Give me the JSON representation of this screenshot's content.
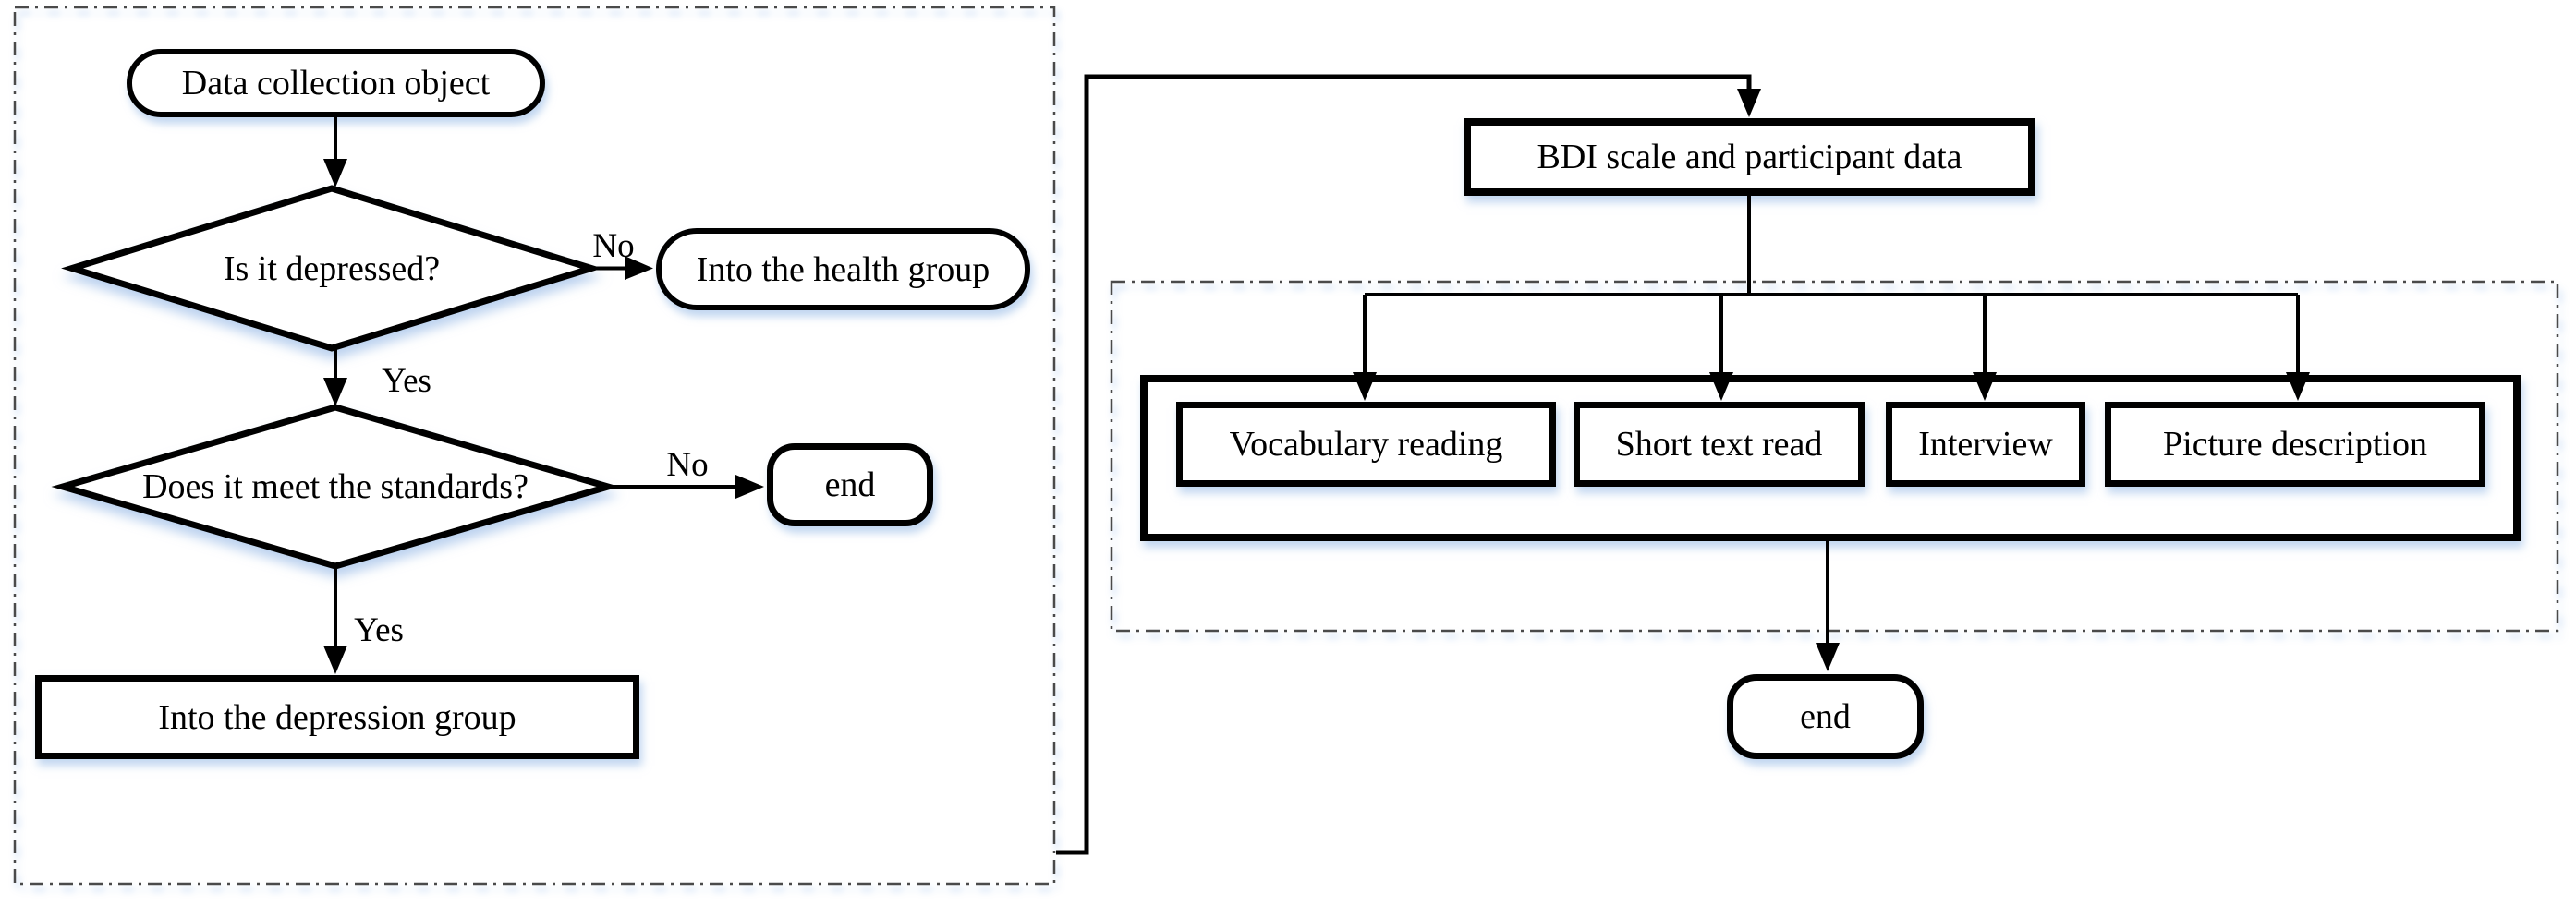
{
  "diagram": {
    "left": {
      "start_label": "Data collection object",
      "decision1_label": "Is it depressed?",
      "health_label": "Into the health group",
      "decision2_label": "Does it meet the standards?",
      "end1_label": "end",
      "depression_label": "Into the depression group",
      "edge_no1": "No",
      "edge_yes1": "Yes",
      "edge_no2": "No",
      "edge_yes2": "Yes"
    },
    "right": {
      "header_label": "BDI scale and participant data",
      "tasks": [
        "Vocabulary reading",
        "Short text read",
        "Interview",
        "Picture description"
      ],
      "end_label": "end"
    },
    "colors": {
      "line": "#000000",
      "dashed_border": "#4a4a4a",
      "shadow_tint": "#cfe0f4",
      "background": "#ffffff"
    }
  }
}
